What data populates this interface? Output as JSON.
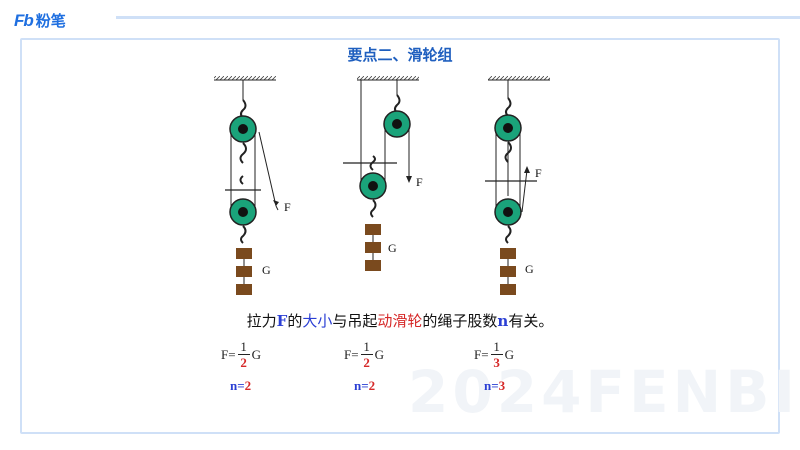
{
  "brand": {
    "mark": "Fb",
    "name": "粉笔"
  },
  "title": "要点二、滑轮组",
  "watermark": "2024FENBI",
  "sentence": {
    "p1": "拉力",
    "p2": "F",
    "p3": "的",
    "p4": "大小",
    "p5": "与吊起",
    "p6": "动滑轮",
    "p7": "的绳子股数",
    "p8": "n",
    "p9": "有关。"
  },
  "diagram_labels": {
    "force": "F",
    "weight": "G"
  },
  "formulas": [
    {
      "lhs": "F=",
      "num": "1",
      "den": "2",
      "rhs": "G",
      "n_label": "n=",
      "n_value": "2"
    },
    {
      "lhs": "F=",
      "num": "1",
      "den": "2",
      "rhs": "G",
      "n_label": "n=",
      "n_value": "2"
    },
    {
      "lhs": "F=",
      "num": "1",
      "den": "3",
      "rhs": "G",
      "n_label": "n=",
      "n_value": "3"
    }
  ],
  "colors": {
    "pulley": "#1aa37a",
    "weight": "#7a4a1e",
    "accent": "#1f5fbf"
  }
}
